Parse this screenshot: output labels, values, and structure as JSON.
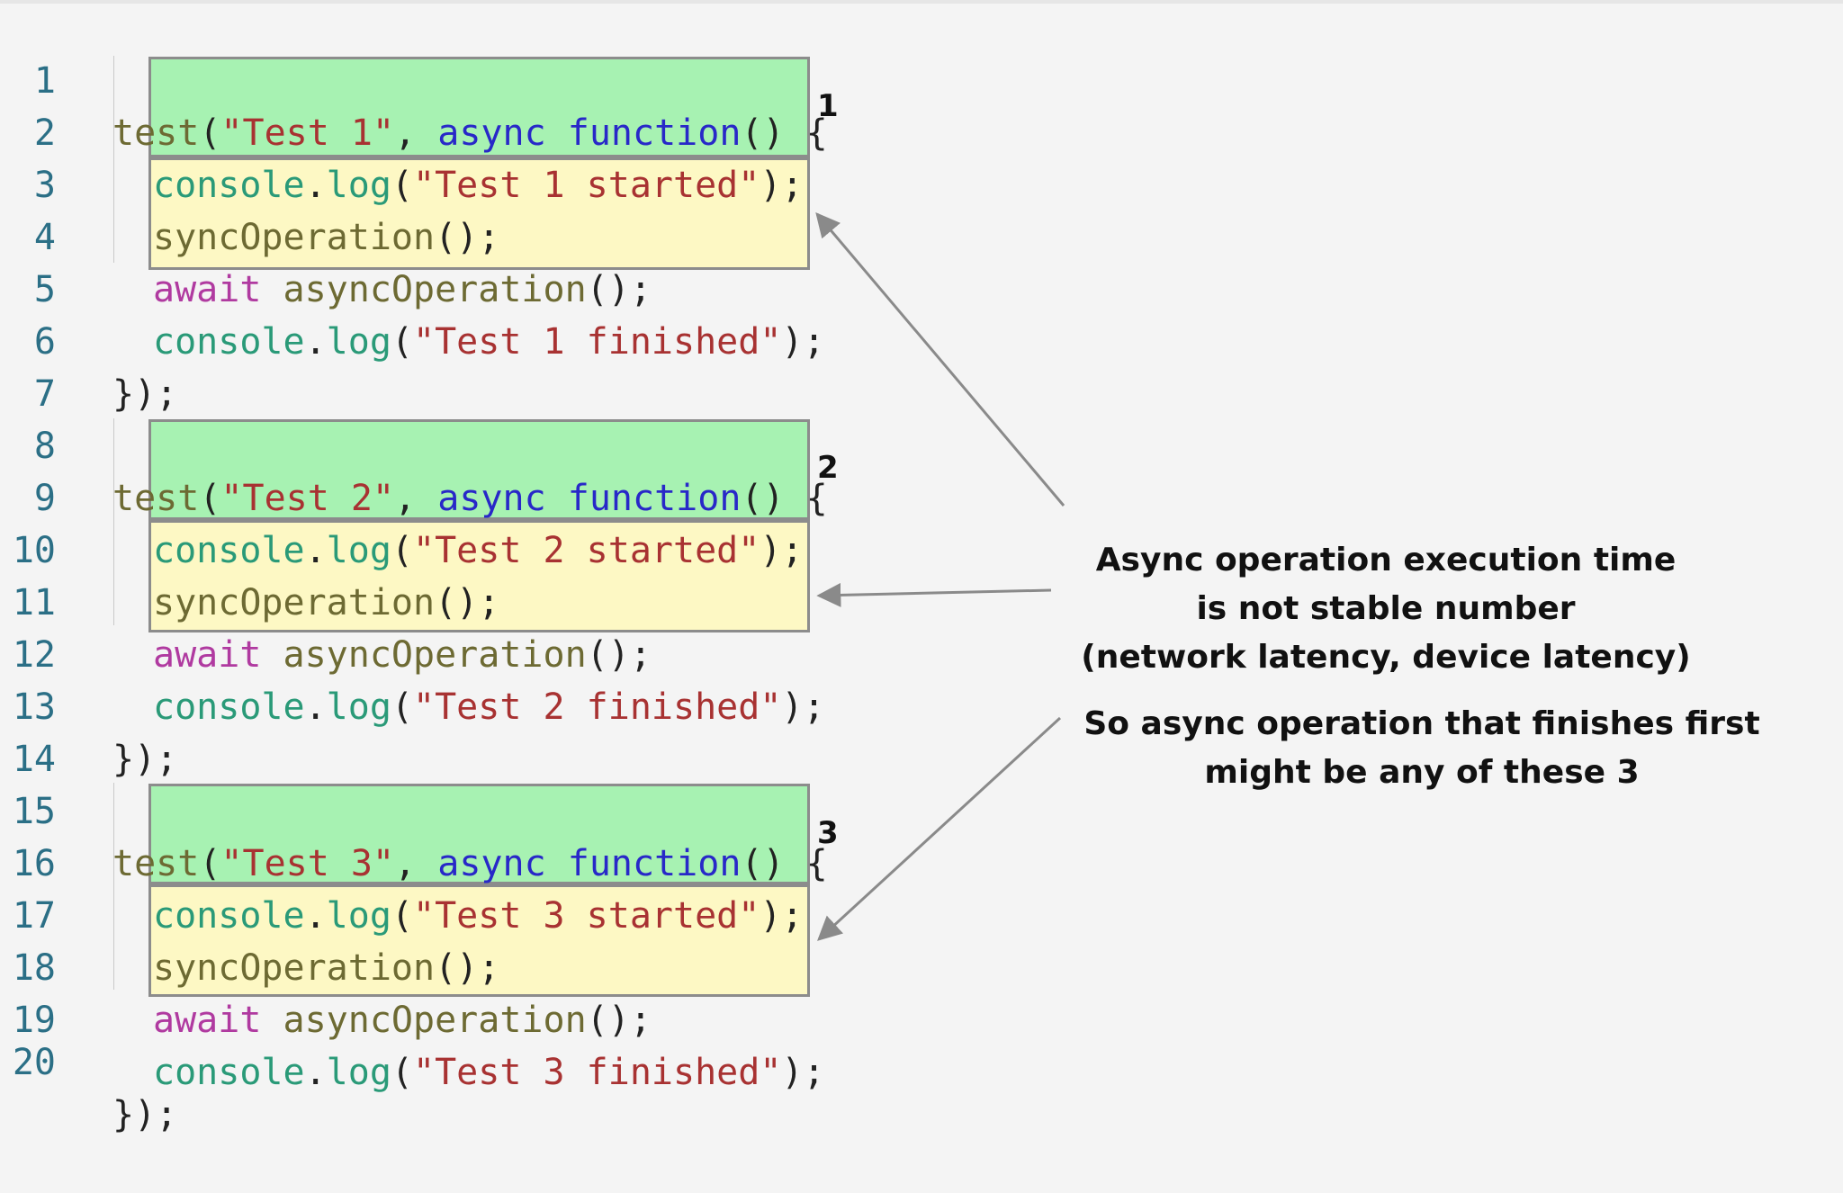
{
  "line_numbers": [
    "1",
    "2",
    "3",
    "4",
    "5",
    "6",
    "7",
    "8",
    "9",
    "10",
    "11",
    "12",
    "13",
    "14",
    "15",
    "16",
    "17",
    "18",
    "19",
    "20"
  ],
  "tests": [
    {
      "header": {
        "fn": "test",
        "open": "(",
        "name": "\"Test 1\"",
        "comma": ", ",
        "async": "async",
        "function": "function",
        "tail": "() {"
      },
      "started": {
        "obj": "console",
        "dot": ".",
        "fn": "log",
        "open": "(",
        "str": "\"Test 1 started\"",
        "close": ");"
      },
      "sync": {
        "call": "syncOperation",
        "tail": "();"
      },
      "await": {
        "kw": "await",
        "call": " asyncOperation",
        "tail": "();"
      },
      "finished": {
        "obj": "console",
        "dot": ".",
        "fn": "log",
        "open": "(",
        "str": "\"Test 1 finished\"",
        "close": ");"
      },
      "close": "});",
      "box_label": "1"
    },
    {
      "header": {
        "fn": "test",
        "open": "(",
        "name": "\"Test 2\"",
        "comma": ", ",
        "async": "async",
        "function": "function",
        "tail": "() {"
      },
      "started": {
        "obj": "console",
        "dot": ".",
        "fn": "log",
        "open": "(",
        "str": "\"Test 2 started\"",
        "close": ");"
      },
      "sync": {
        "call": "syncOperation",
        "tail": "();"
      },
      "await": {
        "kw": "await",
        "call": " asyncOperation",
        "tail": "();"
      },
      "finished": {
        "obj": "console",
        "dot": ".",
        "fn": "log",
        "open": "(",
        "str": "\"Test 2 finished\"",
        "close": ");"
      },
      "close": "});",
      "box_label": "2"
    },
    {
      "header": {
        "fn": "test",
        "open": "(",
        "name": "\"Test 3\"",
        "comma": ", ",
        "async": "async",
        "function": "function",
        "tail": "() {"
      },
      "started": {
        "obj": "console",
        "dot": ".",
        "fn": "log",
        "open": "(",
        "str": "\"Test 3 started\"",
        "close": ");"
      },
      "sync": {
        "call": "syncOperation",
        "tail": "();"
      },
      "await": {
        "kw": "await",
        "call": " asyncOperation",
        "tail": "();"
      },
      "finished": {
        "obj": "console",
        "dot": ".",
        "fn": "log",
        "open": "(",
        "str": "\"Test 3 finished\"",
        "close": ");"
      },
      "close": "});",
      "box_label": "3"
    }
  ],
  "annotation": {
    "line1": "Async operation execution time",
    "line2": "is not stable number",
    "line3": "(network latency, device latency)",
    "line4": "So async operation that finishes first",
    "line5": "might be any of these 3"
  },
  "colors": {
    "sync_box": "#a7f2b2",
    "async_box": "#fdf8c4",
    "box_border": "#8c8c8c",
    "line_number": "#2b6f86",
    "string": "#a83232",
    "keyword": "#2828c8",
    "await_keyword": "#b03aa0",
    "console_object": "#2a9a78",
    "arrow": "#8a8a8a"
  }
}
